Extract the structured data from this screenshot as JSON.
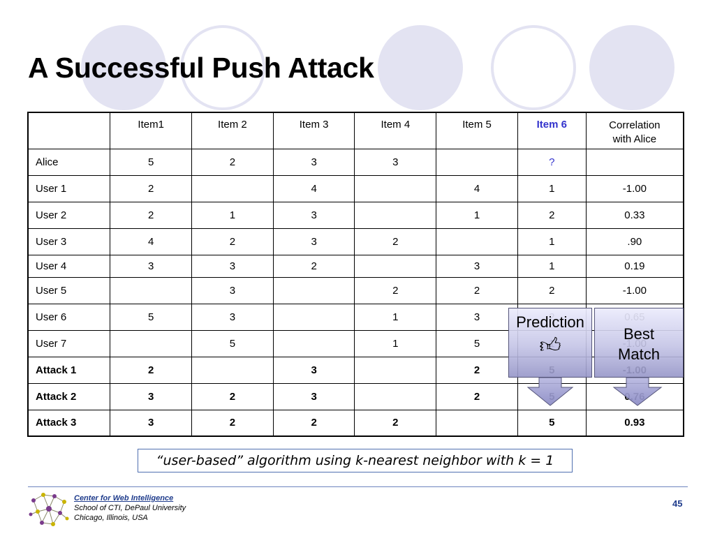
{
  "title": "A Successful Push Attack",
  "table": {
    "headers": [
      "",
      "Item1",
      "Item 2",
      "Item 3",
      "Item 4",
      "Item 5",
      "Item 6",
      "Correlation\nwith Alice"
    ],
    "rows": [
      {
        "label": "Alice",
        "cells": [
          "5",
          "2",
          "3",
          "3",
          "",
          "?",
          ""
        ],
        "attack": false
      },
      {
        "label": "User 1",
        "cells": [
          "2",
          "",
          "4",
          "",
          "4",
          "1",
          "-1.00"
        ],
        "attack": false
      },
      {
        "label": "User 2",
        "cells": [
          "2",
          "1",
          "3",
          "",
          "1",
          "2",
          "0.33"
        ],
        "attack": false
      },
      {
        "label": "User 3",
        "cells": [
          "4",
          "2",
          "3",
          "2",
          "",
          "1",
          ".90"
        ],
        "attack": false
      },
      {
        "label": "User 4",
        "cells": [
          "3",
          "3",
          "2",
          "",
          "3",
          "1",
          "0.19"
        ],
        "attack": false
      },
      {
        "label": "User 5",
        "cells": [
          "",
          "3",
          "",
          "2",
          "2",
          "2",
          "-1.00"
        ],
        "attack": false
      },
      {
        "label": "User 6",
        "cells": [
          "5",
          "3",
          "",
          "1",
          "3",
          "2",
          "0.65"
        ],
        "attack": false
      },
      {
        "label": "User 7",
        "cells": [
          "",
          "5",
          "",
          "1",
          "5",
          "1",
          "-1.00"
        ],
        "attack": false
      },
      {
        "label": "Attack 1",
        "cells": [
          "2",
          "",
          "3",
          "",
          "2",
          "5",
          "-1.00"
        ],
        "attack": true
      },
      {
        "label": "Attack 2",
        "cells": [
          "3",
          "2",
          "3",
          "",
          "2",
          "5",
          "0.76"
        ],
        "attack": true
      },
      {
        "label": "Attack 3",
        "cells": [
          "3",
          "2",
          "2",
          "2",
          "",
          "5",
          "0.93"
        ],
        "attack": true
      }
    ]
  },
  "callouts": {
    "prediction_label": "Prediction",
    "prediction_icon": "thumbs-up-icon",
    "best_match_line1": "Best",
    "best_match_line2": "Match"
  },
  "caption": "“user-based” algorithm using k-nearest neighbor with k = 1",
  "footer": {
    "org_name": "Center for Web Intelligence",
    "school": "School of CTI, DePaul University",
    "location": "Chicago, Illinois, USA",
    "page_number": "45"
  },
  "colors": {
    "accent_blue": "#3333cc",
    "decor_circle": "#e3e3f2",
    "footer_blue": "#1f3c8c",
    "callout_fill": "#c4c4e6"
  }
}
